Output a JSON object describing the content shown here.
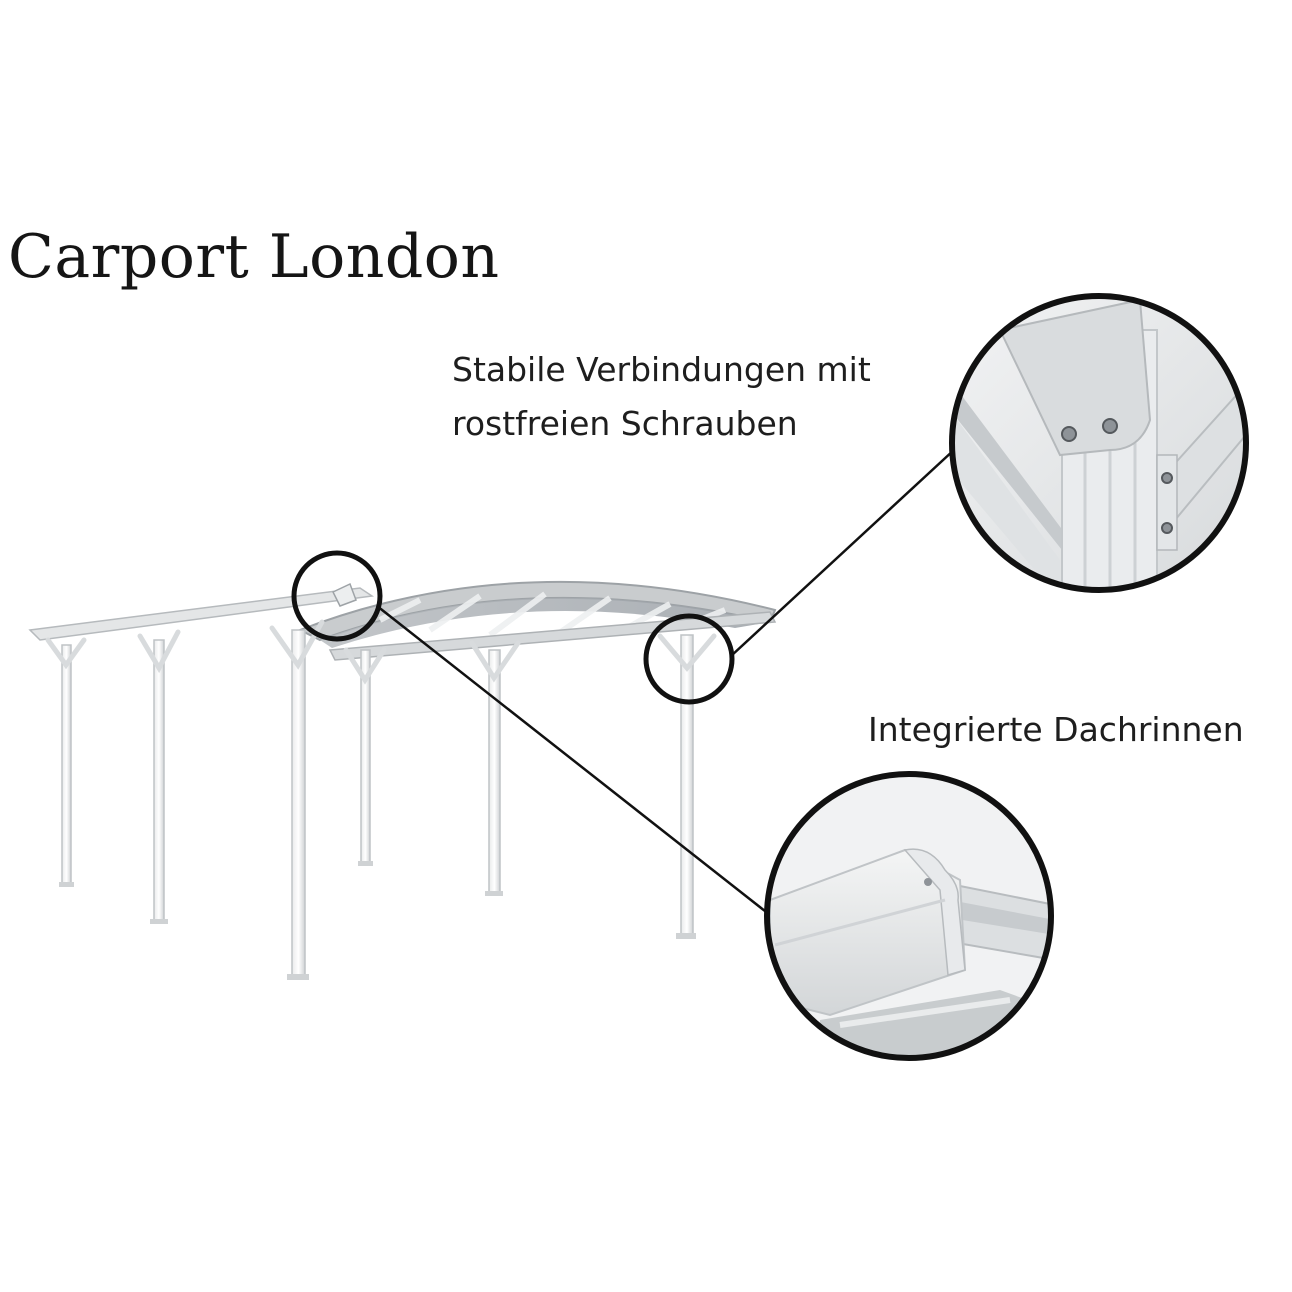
{
  "title": "Carport London",
  "callouts": {
    "connections": {
      "line1": "Stabile Verbindungen mit",
      "line2": "rostfreien Schrauben"
    },
    "gutter": {
      "text": "Integrierte Dachrinnen"
    }
  }
}
